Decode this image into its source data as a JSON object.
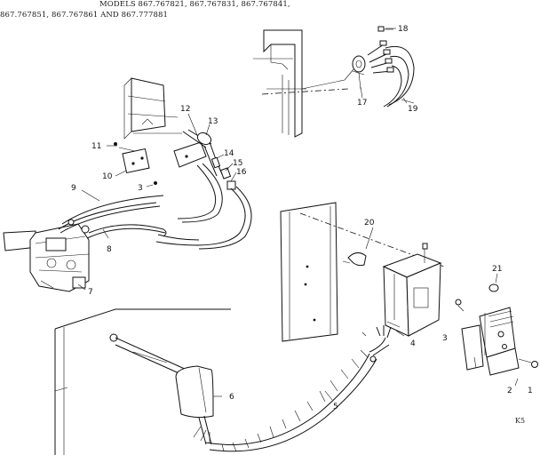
{
  "header": {
    "line1": "MODELS 867.767821, 867.767831, 867.767841,",
    "line2": "867.767851, 867.767861 AND 867.777881"
  },
  "page_code": "K5",
  "callouts": {
    "c1": "1",
    "c2": "2",
    "c3a": "3",
    "c3b": "3",
    "c4": "4",
    "c5": "5",
    "c6": "6",
    "c7": "7",
    "c8": "8",
    "c9": "9",
    "c10": "10",
    "c11": "11",
    "c12": "12",
    "c13": "13",
    "c14": "14",
    "c15": "15",
    "c16": "16",
    "c17": "17",
    "c18": "18",
    "c19": "19",
    "c20": "20",
    "c21": "21"
  }
}
